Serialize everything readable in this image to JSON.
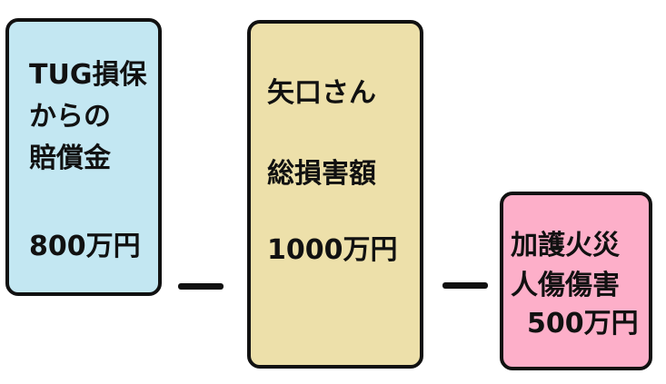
{
  "colors": {
    "box_tug": "#c3e7f2",
    "box_yaguchi": "#ede0aa",
    "box_kago": "#fdafc9",
    "border": "#111111"
  },
  "boxes": {
    "tug": {
      "lines": [
        "TUG損保",
        "からの",
        "賠償金",
        "800万円"
      ]
    },
    "yaguchi": {
      "lines": [
        "矢口さん",
        "総損害額",
        "1000万円"
      ]
    },
    "kago": {
      "lines": [
        "加護火災",
        "人傷傷害",
        "500万円"
      ]
    }
  }
}
